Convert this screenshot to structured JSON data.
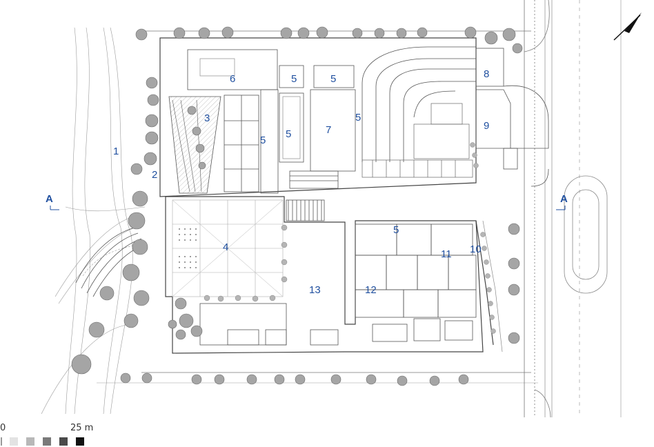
{
  "colors": {
    "label": "#1f4f9f",
    "line": "#6d6d6d",
    "dark": "#2a2a2a",
    "tree": "#8a8a8a"
  },
  "labels": [
    {
      "text": "1"
    },
    {
      "text": "2"
    },
    {
      "text": "3"
    },
    {
      "text": "4"
    },
    {
      "text": "5"
    },
    {
      "text": "5"
    },
    {
      "text": "5"
    },
    {
      "text": "5"
    },
    {
      "text": "5"
    },
    {
      "text": "5"
    },
    {
      "text": "6"
    },
    {
      "text": "7"
    },
    {
      "text": "8"
    },
    {
      "text": "9"
    },
    {
      "text": "10"
    },
    {
      "text": "11"
    },
    {
      "text": "12"
    },
    {
      "text": "13"
    }
  ],
  "section": {
    "left": "A",
    "right": "A"
  },
  "scale": {
    "start": "0",
    "end": "25 m"
  },
  "north_arrow_icon": "north-arrow-icon"
}
